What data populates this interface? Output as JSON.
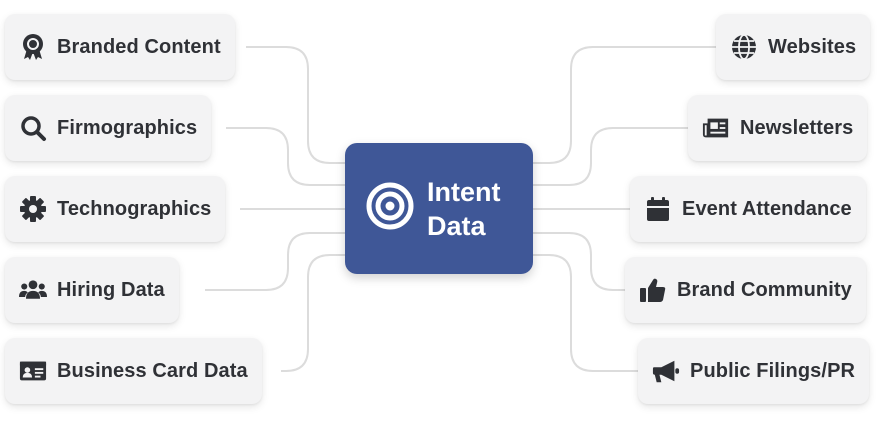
{
  "center": {
    "title": "Intent Data",
    "icon": "target-icon"
  },
  "left_nodes": [
    {
      "label": "Branded Content",
      "icon": "badge-icon"
    },
    {
      "label": "Firmographics",
      "icon": "search-icon"
    },
    {
      "label": "Technographics",
      "icon": "gear-icon"
    },
    {
      "label": "Hiring Data",
      "icon": "people-icon"
    },
    {
      "label": "Business Card Data",
      "icon": "id-card-icon"
    }
  ],
  "right_nodes": [
    {
      "label": "Websites",
      "icon": "globe-icon"
    },
    {
      "label": "Newsletters",
      "icon": "newspaper-icon"
    },
    {
      "label": "Event Attendance",
      "icon": "calendar-icon"
    },
    {
      "label": "Brand Community",
      "icon": "thumbs-up-icon"
    },
    {
      "label": "Public Filings/PR",
      "icon": "megaphone-icon"
    }
  ],
  "colors": {
    "center_bg": "#3f5797",
    "node_bg": "#f3f3f4",
    "text": "#2f3136",
    "connector": "#dcdcdc"
  }
}
